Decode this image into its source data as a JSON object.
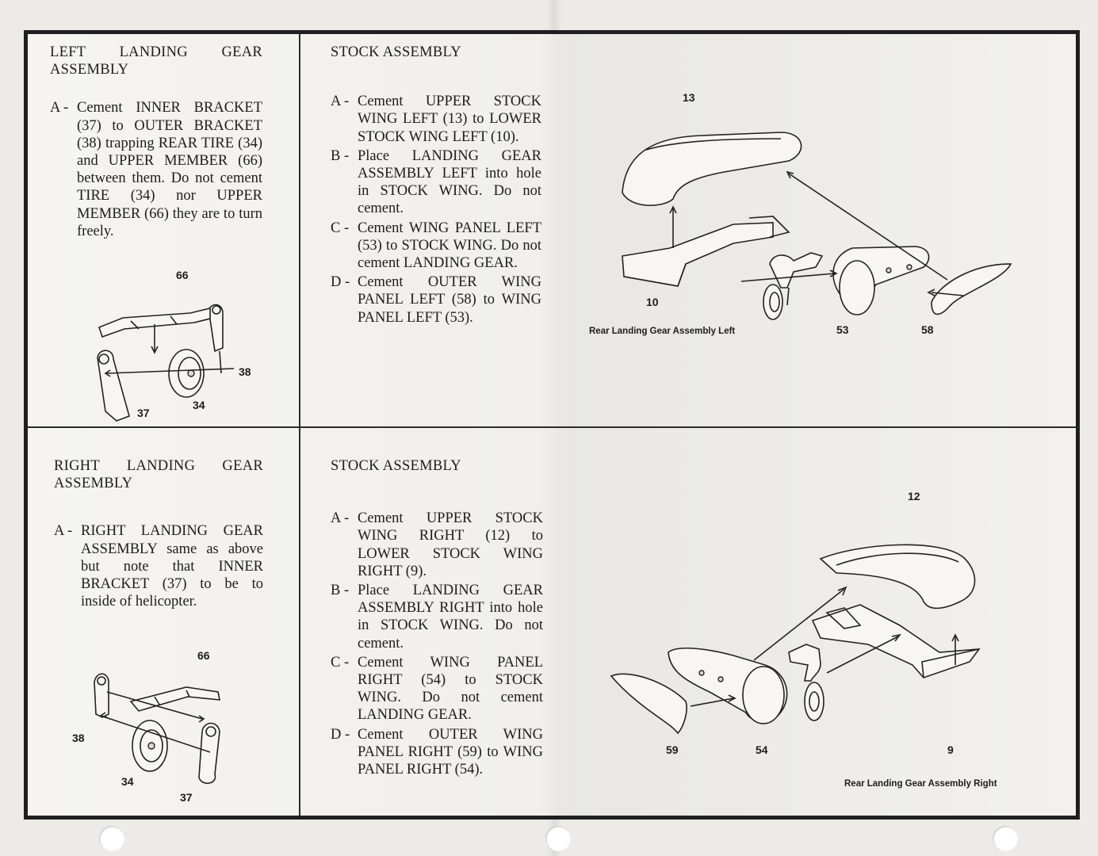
{
  "top_left": {
    "title_line1": "LEFT LANDING GEAR",
    "title_line2": "ASSEMBLY",
    "step_key": "A -",
    "step_text": "Cement INNER BRACKET (37) to OUTER BRACKET (38) trapping REAR TIRE (34) and UPPER MEMBER (66) between them. Do not cement TIRE (34) nor UPPER MEMBER (66) they are to turn freely.",
    "labels": {
      "p66": "66",
      "p38": "38",
      "p34": "34",
      "p37": "37"
    }
  },
  "top_middle": {
    "title": "STOCK ASSEMBLY",
    "steps": [
      {
        "key": "A -",
        "text": "Cement UPPER STOCK WING LEFT (13) to LOWER STOCK WING LEFT (10)."
      },
      {
        "key": "B -",
        "text": "Place LANDING GEAR ASSEMBLY LEFT into hole in STOCK WING. Do not cement."
      },
      {
        "key": "C -",
        "text": "Cement WING PANEL LEFT (53) to STOCK WING. Do not cement LANDING GEAR."
      },
      {
        "key": "D -",
        "text": "Cement OUTER WING PANEL LEFT (58) to WING PANEL LEFT (53)."
      }
    ]
  },
  "top_right": {
    "caption": "Rear Landing Gear Assembly Left",
    "labels": {
      "p13": "13",
      "p10": "10",
      "p53": "53",
      "p58": "58"
    }
  },
  "bottom_left": {
    "title_line1": "RIGHT LANDING GEAR",
    "title_line2": "ASSEMBLY",
    "step_key": "A -",
    "step_text": "RIGHT LANDING GEAR ASSEMBLY same as above but note that INNER BRACKET (37) to be to inside of helicopter.",
    "labels": {
      "p66": "66",
      "p38": "38",
      "p34": "34",
      "p37": "37"
    }
  },
  "bottom_middle": {
    "title": "STOCK ASSEMBLY",
    "steps": [
      {
        "key": "A -",
        "text": "Cement UPPER STOCK WING RIGHT (12) to LOWER STOCK WING RIGHT (9)."
      },
      {
        "key": "B -",
        "text": "Place LANDING GEAR ASSEMBLY RIGHT into hole in STOCK WING. Do not cement."
      },
      {
        "key": "C -",
        "text": "Cement WING PANEL RIGHT (54) to STOCK WING. Do not cement LANDING GEAR."
      },
      {
        "key": "D -",
        "text": "Cement OUTER WING PANEL RIGHT (59) to WING PANEL RIGHT (54)."
      }
    ]
  },
  "bottom_right": {
    "caption": "Rear Landing Gear Assembly Right",
    "labels": {
      "p12": "12",
      "p59": "59",
      "p54": "54",
      "p9": "9"
    }
  }
}
